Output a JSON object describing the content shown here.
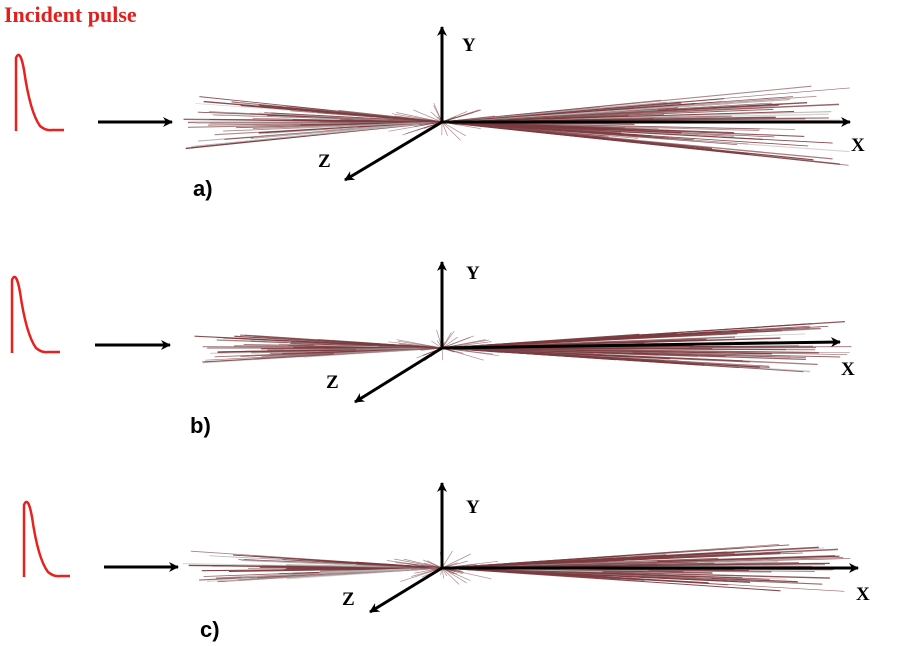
{
  "title": "Incident pulse",
  "colors": {
    "title": "#e0201e",
    "pulse": "#e8201e",
    "arrow": "#000000",
    "rays": "#7a3b3f",
    "rays_light": "#b9b3b3"
  },
  "axes": {
    "x": "X",
    "y": "Y",
    "z": "Z"
  },
  "panels": [
    {
      "label": "a)"
    },
    {
      "label": "b)"
    },
    {
      "label": "c)"
    }
  ]
}
